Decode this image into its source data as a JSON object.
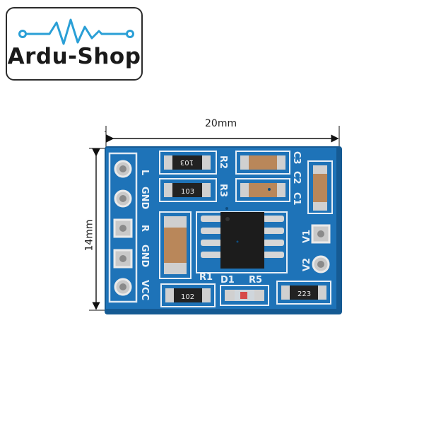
{
  "logo": {
    "text": "Ardu-Shop",
    "accent_color": "#2a9fd6",
    "text_color": "#1a1a1a"
  },
  "dimensions": {
    "width_label": "20mm",
    "height_label": "14mm"
  },
  "board": {
    "pcb_color": "#1e73b8",
    "pin_labels": [
      "L",
      "GND",
      "R",
      "GND",
      "VCC"
    ],
    "right_pin_labels": [
      "V1",
      "V2"
    ],
    "component_labels": [
      "R2",
      "R3",
      "C3",
      "C2",
      "C1",
      "R1",
      "D1",
      "R5"
    ],
    "resistor_codes": [
      "103",
      "103",
      "102",
      "223"
    ]
  }
}
